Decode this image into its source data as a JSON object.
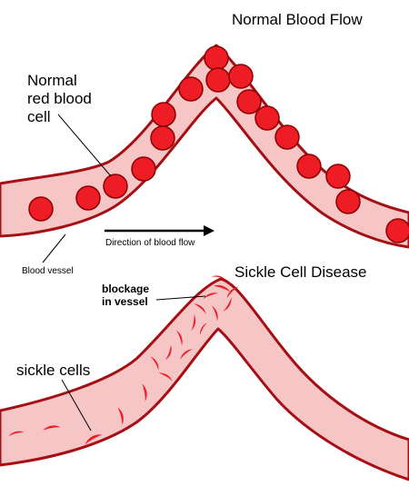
{
  "normal": {
    "title": "Normal Blood Flow",
    "label_line1": "Normal",
    "label_line2": "red blood",
    "label_line3": "cell",
    "direction": "Direction of blood flow",
    "vessel": "Blood vessel"
  },
  "sickle": {
    "title": "Sickle Cell Disease",
    "blockage_line1": "blockage",
    "blockage_line2": "in vessel",
    "cells_label": "sickle cells"
  },
  "colors": {
    "vessel_fill": "#f6c6c6",
    "vessel_wall": "#a50f14",
    "cell_fill": "#ee1c25",
    "cell_edge": "#8b0000"
  }
}
